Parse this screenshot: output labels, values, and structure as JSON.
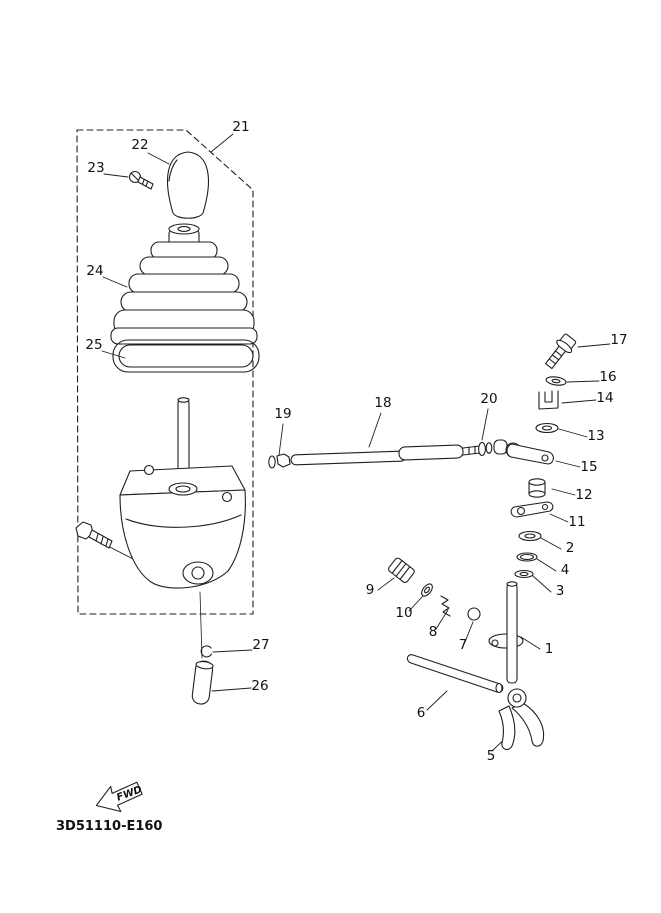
{
  "diagram": {
    "code": "3D51110-E160",
    "fwd_label": "FWD",
    "callouts": [
      {
        "label": "1"
      },
      {
        "label": "2"
      },
      {
        "label": "3"
      },
      {
        "label": "4"
      },
      {
        "label": "5"
      },
      {
        "label": "6"
      },
      {
        "label": "7"
      },
      {
        "label": "8"
      },
      {
        "label": "9"
      },
      {
        "label": "10"
      },
      {
        "label": "11"
      },
      {
        "label": "12"
      },
      {
        "label": "13"
      },
      {
        "label": "14"
      },
      {
        "label": "15"
      },
      {
        "label": "16"
      },
      {
        "label": "17"
      },
      {
        "label": "18"
      },
      {
        "label": "19"
      },
      {
        "label": "20"
      },
      {
        "label": "21"
      },
      {
        "label": "22"
      },
      {
        "label": "23"
      },
      {
        "label": "24"
      },
      {
        "label": "25"
      },
      {
        "label": "26"
      },
      {
        "label": "27"
      }
    ]
  }
}
